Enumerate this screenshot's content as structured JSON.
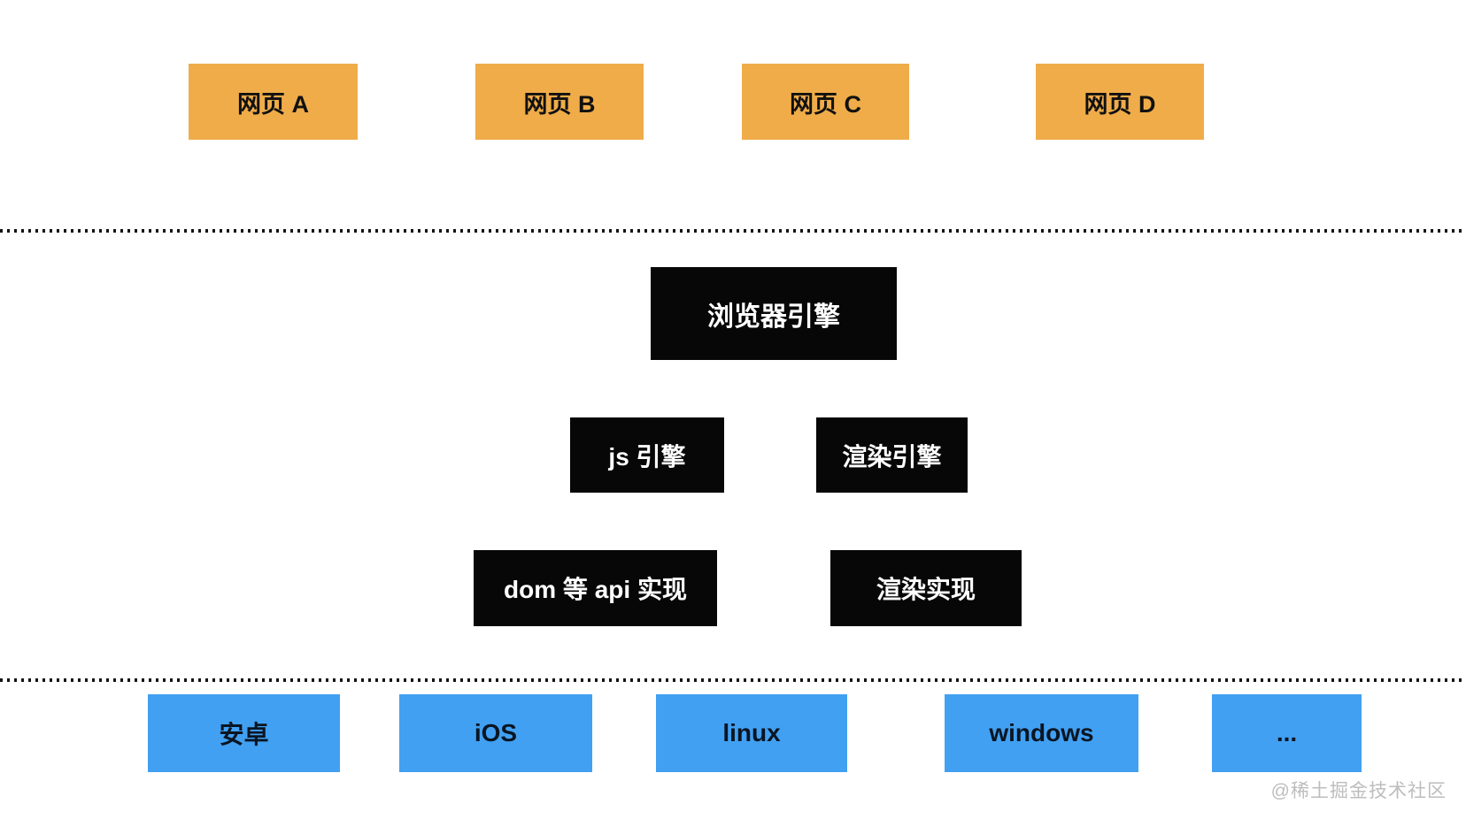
{
  "colors": {
    "page_box": "#efac49",
    "engine_box": "#070707",
    "platform_box": "#41a0f2",
    "engine_text": "#ffffff",
    "divider_dots": "#141414",
    "watermark_text": "#bdbdbd"
  },
  "diagram": {
    "pages": [
      {
        "label": "网页 A"
      },
      {
        "label": "网页 B"
      },
      {
        "label": "网页 C"
      },
      {
        "label": "网页 D"
      }
    ],
    "browser_engine": {
      "label": "浏览器引擎"
    },
    "engines": [
      {
        "label": "js 引擎"
      },
      {
        "label": "渲染引擎"
      }
    ],
    "implementations": [
      {
        "label": "dom 等 api 实现"
      },
      {
        "label": "渲染实现"
      }
    ],
    "platforms": [
      {
        "label": "安卓"
      },
      {
        "label": "iOS"
      },
      {
        "label": "linux"
      },
      {
        "label": "windows"
      },
      {
        "label": "..."
      }
    ],
    "watermark": "@稀土掘金技术社区"
  }
}
